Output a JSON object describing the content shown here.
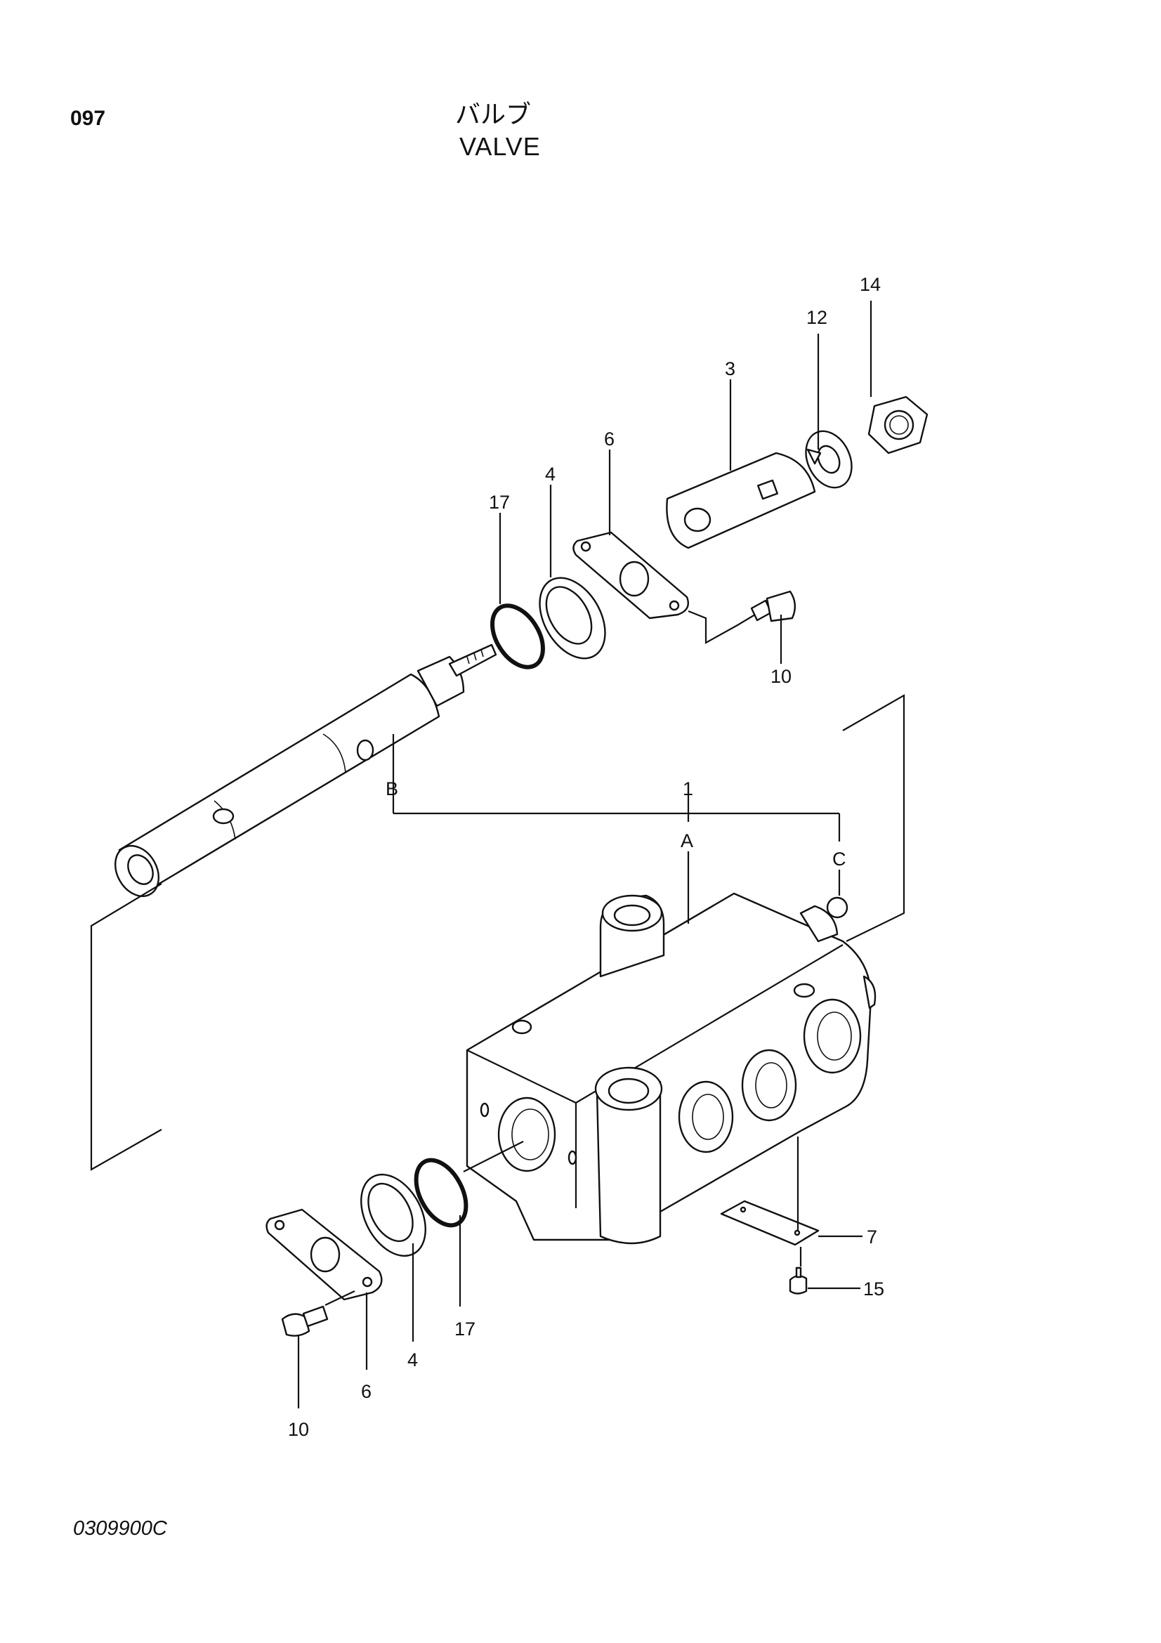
{
  "header": {
    "page_number": "097",
    "title_jp": "バルブ",
    "title_en": "VALVE"
  },
  "footer": {
    "figure_code": "0309900C"
  },
  "callouts": {
    "c14": "14",
    "c12": "12",
    "c3": "3",
    "c6_top": "6",
    "c4_top": "4",
    "c17_top": "17",
    "c10_top": "10",
    "cB": "B",
    "c1": "1",
    "cA": "A",
    "cC": "C",
    "c7": "7",
    "c15": "15",
    "c17_bottom": "17",
    "c4_bottom": "4",
    "c6_bottom": "6",
    "c10_bottom": "10"
  },
  "icons": {
    "spool": "valve-spool-icon",
    "body": "valve-body-icon",
    "nut": "hex-nut-icon",
    "washer": "spring-washer-icon",
    "lever": "lever-plate-icon",
    "flange": "flange-plate-icon",
    "collar": "collar-ring-icon",
    "oring": "o-ring-icon",
    "bolt": "bolt-icon",
    "plate": "name-plate-icon",
    "screw": "screw-icon",
    "ball": "ball-icon"
  }
}
